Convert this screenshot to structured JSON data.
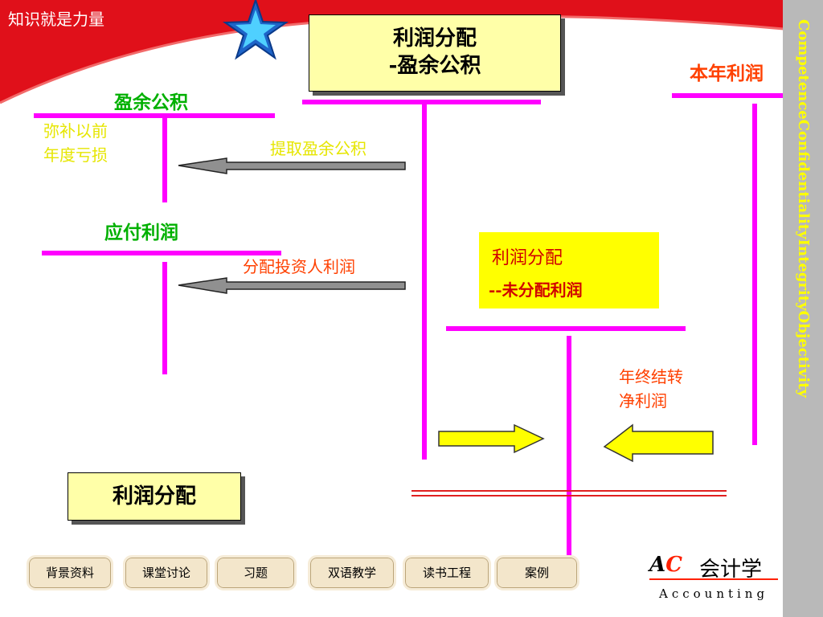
{
  "header": {
    "motto": "知识就是力量"
  },
  "sidebar": {
    "text": "CompetenceConfidentialityIntegrityObjectivity"
  },
  "diagram": {
    "top_box": {
      "line1": "利润分配",
      "line2": "-盈余公积"
    },
    "bottom_box": {
      "label": "利润分配"
    },
    "mid_box": {
      "line1": "利润分配",
      "line2": "--未分配利润"
    },
    "account_surplus": "盈余公积",
    "make_up_losses": {
      "line1": "弥补以前",
      "line2": "年度亏损"
    },
    "withdraw_surplus": "提取盈余公积",
    "account_dividends": "应付利润",
    "distribute_to_investors": "分配投资人利润",
    "account_net_income": "本年利润",
    "year_end_transfer": {
      "line1": "年终结转",
      "line2": "净利润"
    }
  },
  "nav": {
    "buttons": [
      "背景资料",
      "课堂讨论",
      "习题",
      "双语教学",
      "读书工程",
      "案例"
    ]
  },
  "logo": {
    "ac_a": "A",
    "ac_c": "C",
    "cn": "会计学",
    "en": "Accounting"
  },
  "colors": {
    "banner_red": "#e0101a",
    "t_account_magenta": "#ff00ff",
    "arrow_yellow": "#ffff00",
    "arrow_gray": "#909090",
    "double_line": "#e02020"
  }
}
